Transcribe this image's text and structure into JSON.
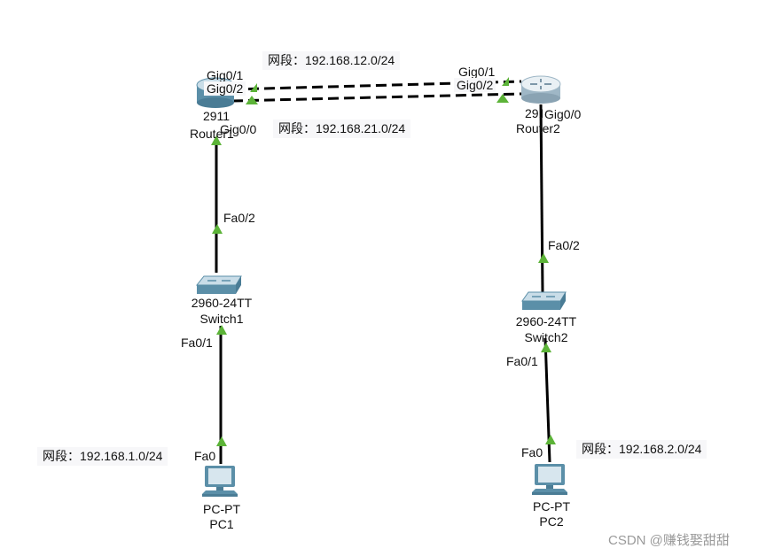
{
  "devices": {
    "router1": {
      "model": "2911",
      "name": "Router1"
    },
    "router2": {
      "model": "2911",
      "name": "Router2"
    },
    "switch1": {
      "model": "2960-24TT",
      "name": "Switch1"
    },
    "switch2": {
      "model": "2960-24TT",
      "name": "Switch2"
    },
    "pc1": {
      "model": "PC-PT",
      "name": "PC1"
    },
    "pc2": {
      "model": "PC-PT",
      "name": "PC2"
    }
  },
  "ports": {
    "r1_gig01": "Gig0/1",
    "r1_gig02": "Gig0/2",
    "r1_gig00": "Gig0/0",
    "r2_gig01": "Gig0/1",
    "r2_gig02": "Gig0/2",
    "r2_gig00": "Gig0/0",
    "sw1_fa02": "Fa0/2",
    "sw1_fa01": "Fa0/1",
    "sw2_fa02": "Fa0/2",
    "sw2_fa01": "Fa0/1",
    "pc1_fa0": "Fa0",
    "pc2_fa0": "Fa0"
  },
  "notes": {
    "net12": "网段：192.168.12.0/24",
    "net21": "网段：192.168.21.0/24",
    "net1": "网段：192.168.1.0/24",
    "net2": "网段：192.168.2.0/24"
  },
  "watermark": "CSDN @赚钱娶甜甜",
  "colors": {
    "link": "#000000",
    "link_up_marker": "#5cb338",
    "device_blue": "#5b8fa8",
    "note_bg": "#f7f7f9"
  }
}
